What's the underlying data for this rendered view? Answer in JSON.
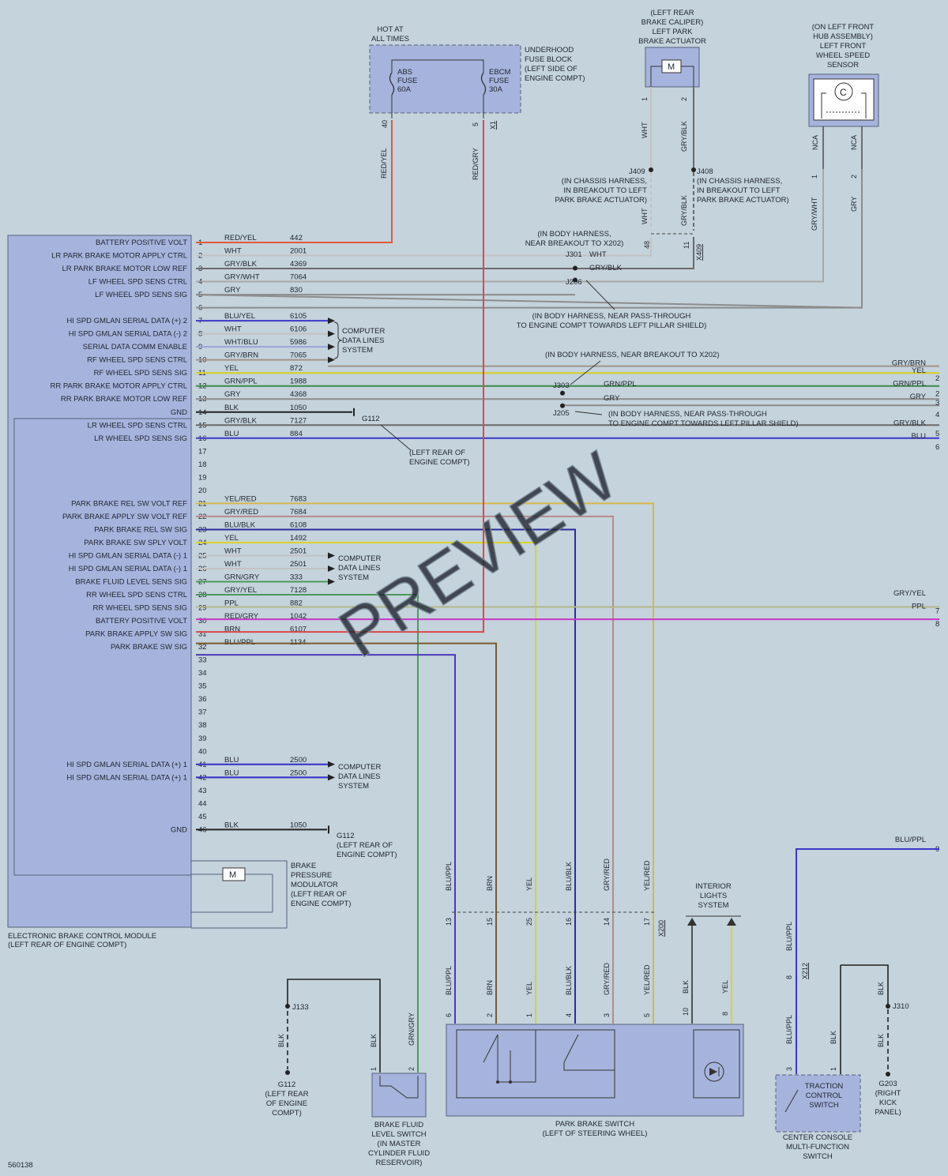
{
  "module": {
    "name": [
      "ELECTRONIC BRAKE CONTROL MODULE",
      "(LEFT REAR OF ENGINE COMPT)"
    ],
    "pins": [
      {
        "n": "1",
        "label": "BATTERY POSITIVE VOLT",
        "color": "RED/YEL",
        "circuit": "442"
      },
      {
        "n": "2",
        "label": "LR PARK BRAKE MOTOR APPLY CTRL",
        "color": "WHT",
        "circuit": "2001"
      },
      {
        "n": "3",
        "label": "LR PARK BRAKE MOTOR LOW REF",
        "color": "GRY/BLK",
        "circuit": "4369"
      },
      {
        "n": "4",
        "label": "LF WHEEL SPD SENS CTRL",
        "color": "GRY/WHT",
        "circuit": "7064"
      },
      {
        "n": "5",
        "label": "LF WHEEL SPD SENS SIG",
        "color": "GRY",
        "circuit": "830"
      },
      {
        "n": "6",
        "label": "",
        "color": "",
        "circuit": ""
      },
      {
        "n": "7",
        "label": "HI SPD GMLAN SERIAL DATA (+) 2",
        "color": "BLU/YEL",
        "circuit": "6105"
      },
      {
        "n": "8",
        "label": "HI SPD GMLAN SERIAL DATA (-) 2",
        "color": "WHT",
        "circuit": "6106"
      },
      {
        "n": "9",
        "label": "SERIAL DATA COMM ENABLE",
        "color": "WHT/BLU",
        "circuit": "5986"
      },
      {
        "n": "10",
        "label": "RF WHEEL SPD SENS CTRL",
        "color": "GRY/BRN",
        "circuit": "7065"
      },
      {
        "n": "11",
        "label": "RF WHEEL SPD SENS SIG",
        "color": "YEL",
        "circuit": "872"
      },
      {
        "n": "12",
        "label": "RR PARK BRAKE MOTOR APPLY CTRL",
        "color": "GRN/PPL",
        "circuit": "1988"
      },
      {
        "n": "13",
        "label": "RR PARK BRAKE MOTOR LOW REF",
        "color": "GRY",
        "circuit": "4368"
      },
      {
        "n": "14",
        "label": "GND",
        "color": "BLK",
        "circuit": "1050"
      },
      {
        "n": "15",
        "label": "LR WHEEL SPD SENS CTRL",
        "color": "GRY/BLK",
        "circuit": "7127"
      },
      {
        "n": "16",
        "label": "LR WHEEL SPD SENS SIG",
        "color": "BLU",
        "circuit": "884"
      },
      {
        "n": "17",
        "label": "",
        "color": "",
        "circuit": ""
      },
      {
        "n": "18",
        "label": "",
        "color": "",
        "circuit": ""
      },
      {
        "n": "19",
        "label": "",
        "color": "",
        "circuit": ""
      },
      {
        "n": "20",
        "label": "",
        "color": "",
        "circuit": ""
      },
      {
        "n": "21",
        "label": "PARK BRAKE REL SW VOLT REF",
        "color": "YEL/RED",
        "circuit": "7683"
      },
      {
        "n": "22",
        "label": "PARK BRAKE APPLY SW VOLT REF",
        "color": "GRY/RED",
        "circuit": "7684"
      },
      {
        "n": "23",
        "label": "PARK BRAKE REL SW SIG",
        "color": "BLU/BLK",
        "circuit": "6108"
      },
      {
        "n": "24",
        "label": "PARK BRAKE SW SPLY VOLT",
        "color": "YEL",
        "circuit": "1492"
      },
      {
        "n": "25",
        "label": "HI SPD GMLAN SERIAL DATA (-) 1",
        "color": "WHT",
        "circuit": "2501"
      },
      {
        "n": "26",
        "label": "HI SPD GMLAN SERIAL DATA (-) 1",
        "color": "WHT",
        "circuit": "2501"
      },
      {
        "n": "27",
        "label": "BRAKE FLUID LEVEL SENS SIG",
        "color": "GRN/GRY",
        "circuit": "333"
      },
      {
        "n": "28",
        "label": "RR WHEEL SPD SENS CTRL",
        "color": "GRY/YEL",
        "circuit": "7128"
      },
      {
        "n": "29",
        "label": "RR WHEEL SPD SENS SIG",
        "color": "PPL",
        "circuit": "882"
      },
      {
        "n": "30",
        "label": "BATTERY POSITIVE VOLT",
        "color": "RED/GRY",
        "circuit": "1042"
      },
      {
        "n": "31",
        "label": "PARK BRAKE APPLY SW SIG",
        "color": "BRN",
        "circuit": "6107"
      },
      {
        "n": "32",
        "label": "PARK BRAKE SW SIG",
        "color": "BLU/PPL",
        "circuit": "1134"
      },
      {
        "n": "33",
        "label": "",
        "color": "",
        "circuit": ""
      },
      {
        "n": "34",
        "label": "",
        "color": "",
        "circuit": ""
      },
      {
        "n": "35",
        "label": "",
        "color": "",
        "circuit": ""
      },
      {
        "n": "36",
        "label": "",
        "color": "",
        "circuit": ""
      },
      {
        "n": "37",
        "label": "",
        "color": "",
        "circuit": ""
      },
      {
        "n": "38",
        "label": "",
        "color": "",
        "circuit": ""
      },
      {
        "n": "39",
        "label": "",
        "color": "",
        "circuit": ""
      },
      {
        "n": "40",
        "label": "",
        "color": "",
        "circuit": ""
      },
      {
        "n": "41",
        "label": "HI SPD GMLAN SERIAL DATA (+) 1",
        "color": "BLU",
        "circuit": "2500"
      },
      {
        "n": "42",
        "label": "HI SPD GMLAN SERIAL DATA (+) 1",
        "color": "BLU",
        "circuit": "2500"
      },
      {
        "n": "43",
        "label": "",
        "color": "",
        "circuit": ""
      },
      {
        "n": "44",
        "label": "",
        "color": "",
        "circuit": ""
      },
      {
        "n": "45",
        "label": "",
        "color": "",
        "circuit": ""
      },
      {
        "n": "46",
        "label": "GND",
        "color": "BLK",
        "circuit": "1050"
      }
    ],
    "modulator": [
      "BRAKE",
      "PRESSURE",
      "MODULATOR",
      "(LEFT REAR OF",
      "ENGINE COMPT)"
    ],
    "motor_symbol": "M"
  },
  "fuse_block": {
    "hot": [
      "HOT AT",
      "ALL TIMES"
    ],
    "label": [
      "UNDERHOOD",
      "FUSE BLOCK",
      "(LEFT SIDE OF",
      "ENGINE COMPT)"
    ],
    "abs": [
      "ABS",
      "FUSE",
      "60A"
    ],
    "ebcm": [
      "EBCM",
      "FUSE",
      "30A"
    ],
    "pin_abs": "40",
    "pin_ebcm": "5",
    "connector": "X1",
    "wire_abs": "RED/YEL",
    "wire_ebcm": "RED/GRY"
  },
  "caliper": {
    "label": [
      "(LEFT REAR",
      "BRAKE CALIPER)",
      "LEFT PARK",
      "BRAKE ACTUATOR"
    ],
    "pin1": "1",
    "pin2": "2",
    "wire1": "WHT",
    "wire2": "GRY/BLK",
    "j409": "J409",
    "j409_desc": [
      "(IN CHASSIS HARNESS,",
      "IN BREAKOUT TO LEFT",
      "PARK BRAKE ACTUATOR)"
    ],
    "j408": "J408",
    "j408_desc": [
      "(IN CHASSIS HARNESS,",
      "IN BREAKOUT TO LEFT",
      "PARK BRAKE ACTUATOR)"
    ],
    "x409_pin_a": "48",
    "x409_pin_b": "11",
    "x409": "X409"
  },
  "wss_left": {
    "label": [
      "(ON LEFT FRONT",
      "HUB ASSEMBLY)",
      "LEFT FRONT",
      "WHEEL SPEED",
      "SENSOR"
    ],
    "nca": "NCA",
    "pin1": "1",
    "pin2": "2",
    "wire1": "GRY/WHT",
    "wire2": "GRY"
  },
  "splices": {
    "breakout_desc": [
      "(IN BODY HARNESS,",
      "NEAR BREAKOUT TO X202)"
    ],
    "j301": "J301",
    "j301_wire": "WHT",
    "j206": "J206",
    "j206_wire": "GRY/BLK",
    "passthru_desc": [
      "(IN BODY HARNESS, NEAR PASS-THROUGH",
      "TO ENGINE COMPT TOWARDS LEFT PILLAR SHIELD)"
    ],
    "breakout2_desc": "(IN BODY HARNESS, NEAR BREAKOUT TO X202)",
    "j303": "J303",
    "j303_wire": "GRN/PPL",
    "j205": "J205",
    "j205_wire": "GRY",
    "passthru2_desc": [
      "(IN BODY HARNESS, NEAR PASS-THROUGH",
      "TO ENGINE COMPT TOWARDS LEFT PILLAR SHIELD)"
    ]
  },
  "right_refs": [
    {
      "wire": "GRY/BRN",
      "ref": ""
    },
    {
      "wire": "YEL",
      "ref": "2"
    },
    {
      "wire": "GRN/PPL",
      "ref": "2"
    },
    {
      "wire": "GRY",
      "ref": "3"
    },
    {
      "wire": "",
      "ref": "4"
    },
    {
      "wire": "GRY/BLK",
      "ref": ""
    },
    {
      "wire": "BLU",
      "ref": "5"
    },
    {
      "wire": "",
      "ref": "6"
    },
    {
      "wire": "GRY/YEL",
      "ref": "7"
    },
    {
      "wire": "PPL",
      "ref": "8"
    },
    {
      "wire": "BLU/PPL",
      "ref": "9"
    }
  ],
  "data_lines": [
    "COMPUTER",
    "DATA LINES",
    "SYSTEM"
  ],
  "grounds": {
    "g112": "G112",
    "g112_desc": [
      "(LEFT REAR OF",
      "ENGINE COMPT)"
    ],
    "g112_desc_b": [
      "(LEFT REAR OF",
      "ENGINE COMPT)"
    ],
    "g112_bottom": [
      "G112",
      "(LEFT REAR",
      "OF ENGINE",
      "COMPT)"
    ],
    "j133": "J133",
    "blk": "BLK",
    "j310": "J310",
    "g203": [
      "G203",
      "(RIGHT",
      "KICK",
      "PANEL)"
    ]
  },
  "x200": {
    "connector": "X200",
    "wires": [
      {
        "top": "BLU/PPL",
        "pin": "13",
        "bottom": "BLU/PPL",
        "sw": "6"
      },
      {
        "top": "BRN",
        "pin": "15",
        "bottom": "BRN",
        "sw": "2"
      },
      {
        "top": "YEL",
        "pin": "25",
        "bottom": "YEL",
        "sw": "1"
      },
      {
        "top": "BLU/BLK",
        "pin": "16",
        "bottom": "BLU/BLK",
        "sw": "4"
      },
      {
        "top": "GRY/RED",
        "pin": "14",
        "bottom": "GRY/RED",
        "sw": "3"
      },
      {
        "top": "YEL/RED",
        "pin": "17",
        "bottom": "YEL/RED",
        "sw": "5"
      }
    ]
  },
  "interior": {
    "label": [
      "INTERIOR",
      "LIGHTS",
      "SYSTEM"
    ],
    "wire_a": "BLK",
    "wire_b": "YEL",
    "pin_a": "10",
    "pin_b": "8"
  },
  "park_switch": {
    "label": [
      "PARK BRAKE SWITCH",
      "(LEFT OF STEERING WHEEL)"
    ]
  },
  "fluid_switch": {
    "label": [
      "BRAKE FLUID",
      "LEVEL SWITCH",
      "(IN MASTER",
      "CYLINDER FLUID",
      "RESERVOIR)"
    ],
    "wire1": "BLK",
    "wire2": "GRN/GRY",
    "pin1": "1",
    "pin2": "2"
  },
  "console": {
    "label": [
      "CENTER CONSOLE",
      "MULTI-FUNCTION",
      "SWITCH"
    ],
    "inner": [
      "TRACTION",
      "CONTROL",
      "SWITCH"
    ],
    "wire": "BLU/PPL",
    "x212": "X212",
    "x212_pin": "8",
    "pin_a": "3",
    "pin_b": "1",
    "blk": "BLK"
  },
  "doc_number": "560138",
  "watermark": "PREVIEW"
}
